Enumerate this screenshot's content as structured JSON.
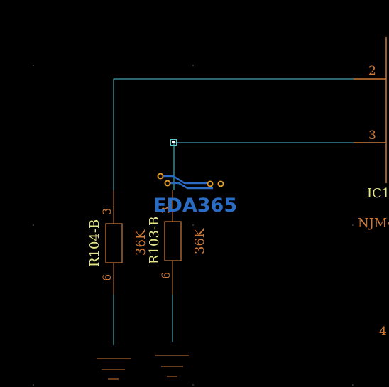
{
  "schematic": {
    "ic": {
      "designator": "IC1",
      "part_prefix": "NJM4",
      "pin_left": "4",
      "pins": [
        "2",
        "3"
      ]
    },
    "resistors": [
      {
        "designator": "R104-B",
        "value": "36K",
        "pin_top": "3",
        "pin_bottom": "6"
      },
      {
        "designator": "R103-B",
        "value": "36K",
        "pin_top": "3",
        "pin_bottom": "6"
      }
    ],
    "watermark": "EDA365",
    "colors": {
      "background": "#000000",
      "wire": "#56c8d8",
      "pin_line": "#d07a38",
      "designator": "#e6e68a",
      "value_text": "#d07a38",
      "watermark": "#2a6cc4",
      "logo_pads": "#e09a2a"
    }
  }
}
